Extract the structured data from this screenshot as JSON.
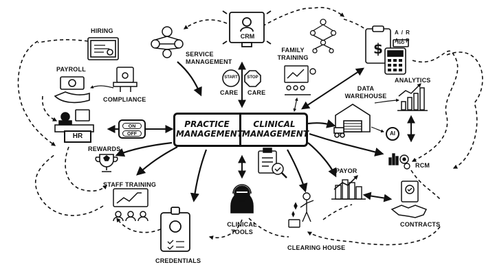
{
  "center": {
    "left_label": "PRACTICE\nMANAGEMENT",
    "right_label": "CLINICAL\nMANAGEMENT"
  },
  "labels": {
    "hiring": "HIRING",
    "payroll": "PAYROLL",
    "compliance": "COMPLIANCE",
    "rewards": "REWARDS",
    "staff_training": "STAFF TRAINING",
    "credentials": "CREDENTIALS",
    "clinical_tools": "CLINICAL\nTOOLS",
    "clearing_house": "CLEARING HOUSE",
    "contracts": "CONTRACTS",
    "payor": "PAYOR",
    "rcm": "RCM",
    "data_warehouse": "DATA\nWAREHOUSE",
    "analytics": "ANALYTICS",
    "family_training": "FAMILY\nTRAINING",
    "service_management": "SERVICE\nMANAGEMENT",
    "care_left": "CARE",
    "care_right": "CARE"
  },
  "icon_text": {
    "crm": "CRM",
    "hr": "HR",
    "on": "ON",
    "off": "OFF",
    "start": "START",
    "stop": "STOP",
    "ai": "AI",
    "ar_ap": "A / R\nA / P",
    "iso": "ISO"
  },
  "colors": {
    "ink": "#111111",
    "background": "#ffffff"
  }
}
